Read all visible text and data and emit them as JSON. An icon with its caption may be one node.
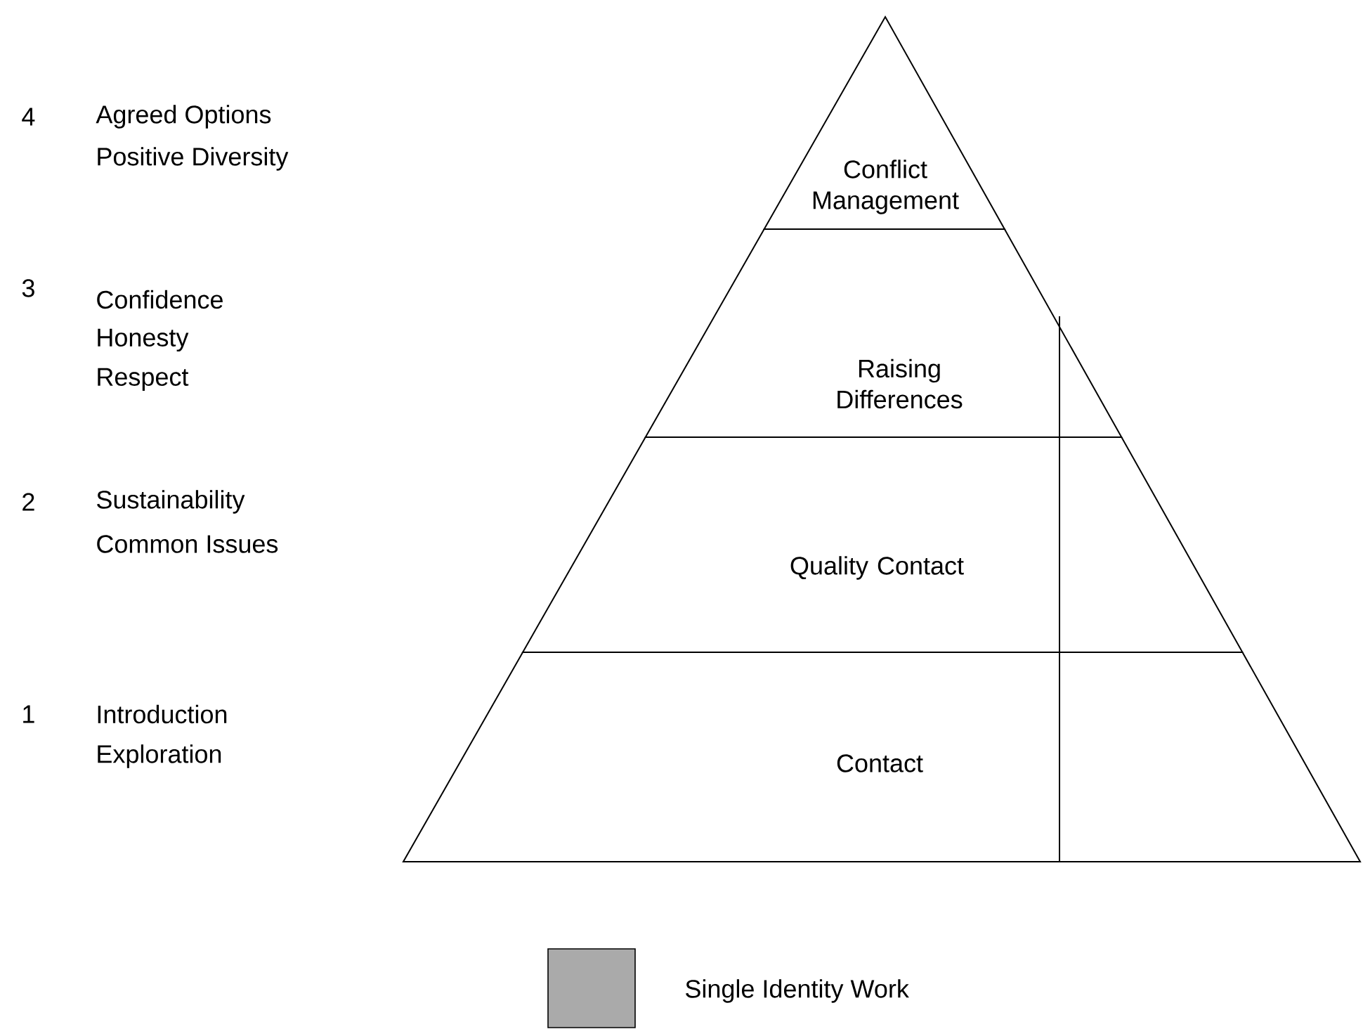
{
  "diagram": {
    "nodes": [
      {
        "text": [
          "Conflict Management"
        ]
      },
      {
        "text": [
          "Raising Differences"
        ]
      },
      {
        "text": [
          "Quality Contact"
        ]
      },
      {
        "text": [
          "Contact"
        ]
      }
    ],
    "labels": [
      "4",
      "Agreed Options",
      "Positive Diversity",
      "3",
      "Confidence",
      "Honesty",
      "Respect",
      "2",
      "Sustainability",
      "Common Issues",
      "1",
      "Introduction",
      "Exploration"
    ],
    "legend": [
      {
        "text": "Single Identity Work",
        "color": "#aaaaaa"
      }
    ]
  }
}
